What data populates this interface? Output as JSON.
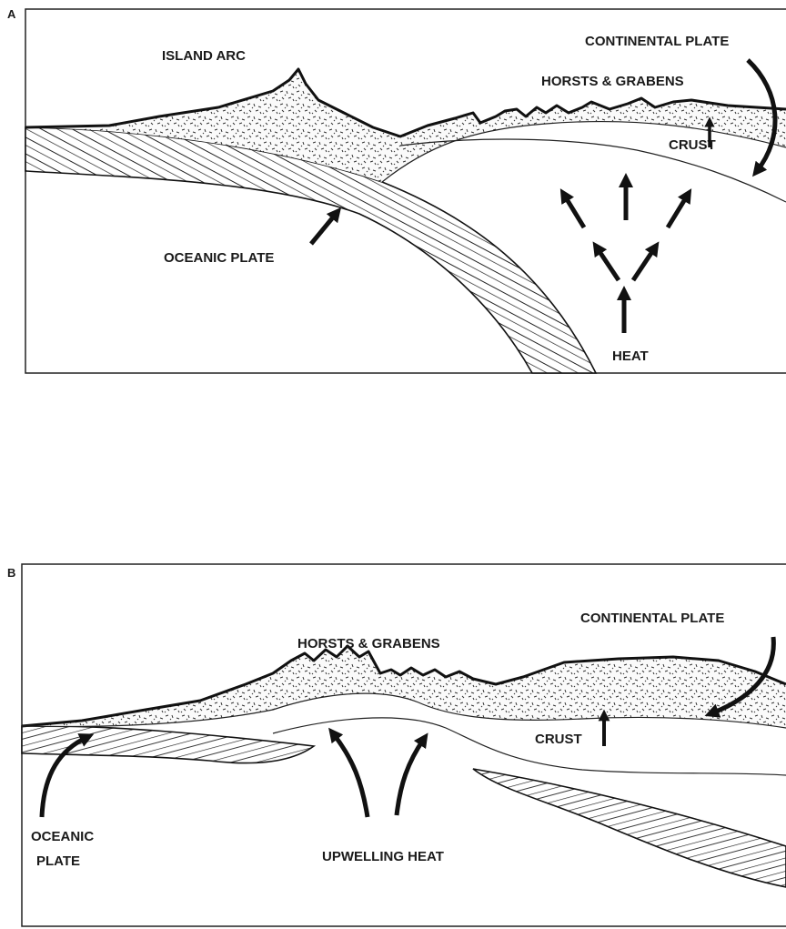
{
  "panel_a": {
    "letter": "A",
    "labels": {
      "island_arc": "ISLAND ARC",
      "continental_plate": "CONTINENTAL PLATE",
      "horsts_grabens": "HORSTS & GRABENS",
      "crust": "CRUST",
      "oceanic_plate": "OCEANIC PLATE",
      "heat": "HEAT"
    }
  },
  "panel_b": {
    "letter": "B",
    "labels": {
      "continental_plate": "CONTINENTAL PLATE",
      "horsts_grabens": "HORSTS & GRABENS",
      "crust": "CRUST",
      "oceanic_plate_line1": "OCEANIC",
      "oceanic_plate_line2": "PLATE",
      "upwelling_heat": "UPWELLING HEAT"
    }
  }
}
